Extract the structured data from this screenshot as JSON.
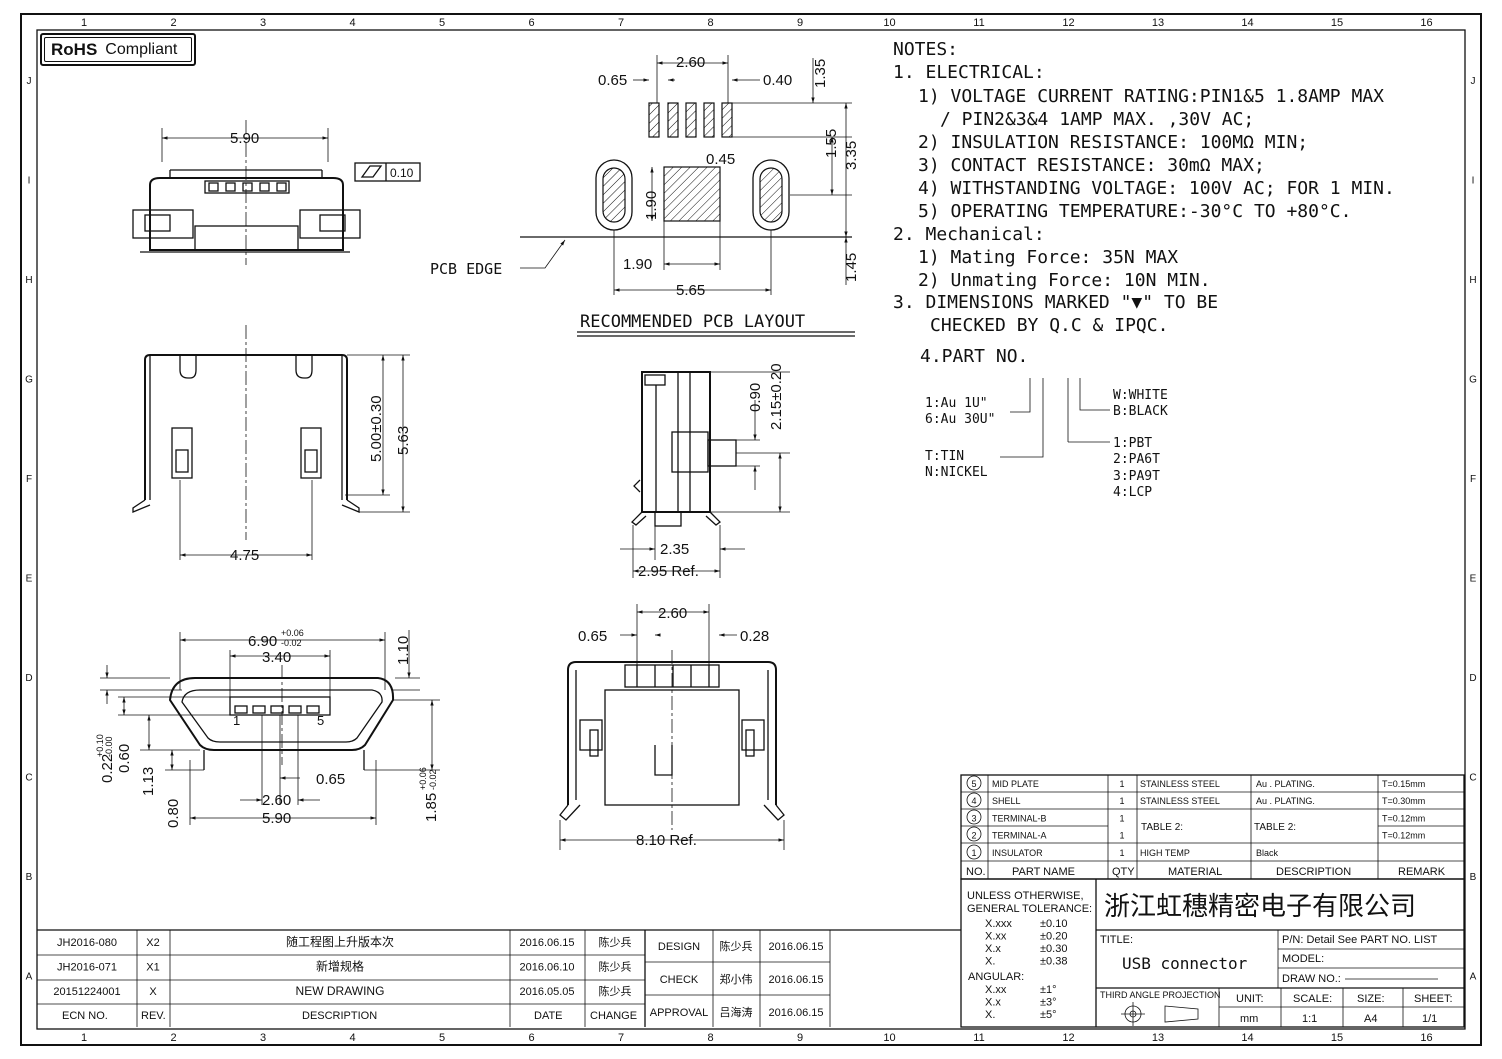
{
  "border": {
    "col_labels": [
      "1",
      "2",
      "3",
      "4",
      "5",
      "6",
      "7",
      "8",
      "9",
      "10",
      "11",
      "12",
      "13",
      "14",
      "15",
      "16"
    ],
    "row_labels": [
      "J",
      "I",
      "H",
      "G",
      "F",
      "E",
      "D",
      "C",
      "B",
      "A"
    ]
  },
  "badge": {
    "bold": "RoHS",
    "text": "Compliant"
  },
  "notes": {
    "heading": "NOTES:",
    "n1": "1. ELECTRICAL:",
    "n1_1a": "1) VOLTAGE CURRENT RATING:PIN1&5 1.8AMP MAX",
    "n1_1b": "/ PIN2&3&4 1AMP MAX. ,30V AC;",
    "n1_2": "2) INSULATION RESISTANCE: 100MΩ MIN;",
    "n1_3": "3) CONTACT RESISTANCE: 30mΩ MAX;",
    "n1_4": "4) WITHSTANDING VOLTAGE: 100V AC; FOR 1 MIN.",
    "n1_5": "5) OPERATING TEMPERATURE:-30°C TO +80°C.",
    "n2": "2. Mechanical:",
    "n2_1": "1) Mating Force:  35N MAX",
    "n2_2": "2) Unmating Force:  10N MIN.",
    "n3a": "3. DIMENSIONS MARKED \"▼\" TO BE",
    "n3b": "CHECKED BY Q.C & IPQC.",
    "n4": "4.PART NO.",
    "pn_au1": "1:Au 1U\"",
    "pn_au2": "6:Au 30U\"",
    "pn_t": "T:TIN",
    "pn_n": "N:NICKEL",
    "pn_w": "W:WHITE",
    "pn_b": "B:BLACK",
    "pn_1": "1:PBT",
    "pn_2": "2:PA6T",
    "pn_3": "3:PA9T",
    "pn_4": "4:LCP"
  },
  "pcb": {
    "d260": "2.60",
    "d065": "0.65",
    "d040": "0.40",
    "d135": "1.35",
    "d155": "1.55",
    "d335": "3.35",
    "d045": "0.45",
    "d190v": "1.90",
    "d190h": "1.90",
    "d565": "5.65",
    "d145": "1.45",
    "edge": "PCB EDGE",
    "title": "RECOMMENDED PCB LAYOUT"
  },
  "top_view": {
    "d590": "5.90",
    "flat_val": "0.10"
  },
  "front_view": {
    "d500": "5.00±0.30",
    "d563": "5.63",
    "d475": "4.75"
  },
  "side_view": {
    "d090": "0.90",
    "d215": "2.15±0.20",
    "d235": "2.35",
    "d295": "2.95 Ref."
  },
  "mating_view": {
    "d690": "6.90",
    "d690_tol_p": "+0.06",
    "d690_tol_m": "-0.02",
    "d340": "3.40",
    "d110": "1.10",
    "d022": "0.22",
    "d022_tol_p": "+0.10",
    "d022_tol_m": "-0.00",
    "d060": "0.60",
    "d113": "1.13",
    "d080": "0.80",
    "d065": "0.65",
    "d260": "2.60",
    "d590": "5.90",
    "d185": "1.85",
    "d185_tol_p": "+0.06",
    "d185_tol_m": "-0.02",
    "pin1": "1",
    "pin5": "5"
  },
  "bottom_view": {
    "d260": "2.60",
    "d065": "0.65",
    "d028": "0.28",
    "d810": "8.10 Ref."
  },
  "bom": {
    "rows": [
      {
        "no": "5",
        "name": "MID PLATE",
        "qty": "1",
        "material": "STAINLESS STEEL",
        "desc": "Au . PLATING.",
        "remark": "T=0.15mm"
      },
      {
        "no": "4",
        "name": "SHELL",
        "qty": "1",
        "material": "STAINLESS STEEL",
        "desc": "Au . PLATING.",
        "remark": "T=0.30mm"
      },
      {
        "no": "3",
        "name": "TERMINAL-B",
        "qty": "1",
        "material": "",
        "desc": "",
        "remark": "T=0.12mm"
      },
      {
        "no": "2",
        "name": "TERMINAL-A",
        "qty": "1",
        "material": "",
        "desc": "",
        "remark": "T=0.12mm"
      },
      {
        "no": "1",
        "name": "INSULATOR",
        "qty": "1",
        "material": "HIGH TEMP",
        "desc": "Black",
        "remark": ""
      }
    ],
    "table2_mat": "TABLE 2:",
    "table2_desc": "TABLE 2:",
    "headers": {
      "no": "NO.",
      "name": "PART NAME",
      "qty": "QTY",
      "material": "MATERIAL",
      "desc": "DESCRIPTION",
      "remark": "REMARK"
    }
  },
  "tolerance": {
    "l1": "UNLESS OTHERWISE,",
    "l2": "GENERAL TOLERANCE:",
    "rows": [
      [
        "X.xxx",
        "±0.10"
      ],
      [
        "X.xx",
        "±0.20"
      ],
      [
        "X.x",
        "±0.30"
      ],
      [
        "X.",
        "±0.38"
      ]
    ],
    "angular": "ANGULAR:",
    "arows": [
      [
        "X.xx",
        "±1°"
      ],
      [
        "X.x",
        "±3°"
      ],
      [
        "X.",
        "±5°"
      ]
    ]
  },
  "title_block": {
    "company": "浙江虹穗精密电子有限公司",
    "title_label": "TITLE:",
    "title": "USB connector",
    "pn": "P/N: Detail  See  PART  NO.  LIST",
    "model": "MODEL:",
    "drawno": "DRAW  NO.:",
    "projection": "THIRD  ANGLE  PROJECTION",
    "unit_l": "UNIT:",
    "unit": "mm",
    "scale_l": "SCALE:",
    "scale": "1:1",
    "size_l": "SIZE:",
    "size": "A4",
    "sheet_l": "SHEET:",
    "sheet": "1/1"
  },
  "revisions": {
    "rows": [
      {
        "ecn": "JH2016-080",
        "rev": "X2",
        "desc": "随工程图上升版本次",
        "date": "2016.06.15",
        "by": "陈少兵"
      },
      {
        "ecn": "JH2016-071",
        "rev": "X1",
        "desc": "新增规格",
        "date": "2016.06.10",
        "by": "陈少兵"
      },
      {
        "ecn": "20151224001",
        "rev": "X",
        "desc": "NEW  DRAWING",
        "date": "2016.05.05",
        "by": "陈少兵"
      }
    ],
    "headers": {
      "ecn": "ECN  NO.",
      "rev": "REV.",
      "desc": "DESCRIPTION",
      "date": "DATE",
      "change": "CHANGE"
    }
  },
  "approvals": [
    {
      "label": "DESIGN",
      "name": "陈少兵",
      "date": "2016.06.15"
    },
    {
      "label": "CHECK",
      "name": "郑小伟",
      "date": "2016.06.15"
    },
    {
      "label": "APPROVAL",
      "name": "吕海涛",
      "date": "2016.06.15"
    }
  ]
}
